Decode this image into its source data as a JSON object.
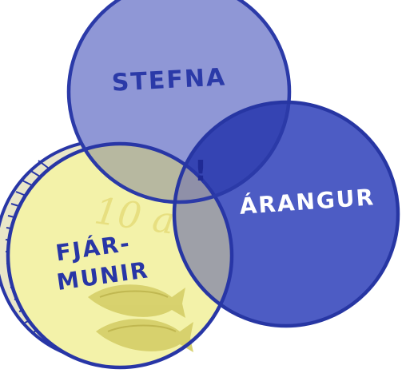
{
  "diagram": {
    "type": "venn",
    "sets": [
      {
        "key": "stefna",
        "label": "STEFNA",
        "color": "#8f97d6",
        "stroke": "#2b3aa8"
      },
      {
        "key": "arangur",
        "label": "ÁRANGUR",
        "color": "#4d5cc4",
        "stroke": "#2736a3"
      },
      {
        "key": "fjarmunir",
        "label_line1": "FJÁR-",
        "label_line2": "MUNIR",
        "color": "#f3f2a9",
        "stroke": "#2836a6"
      }
    ],
    "center_mark": "!",
    "coin_face_text": "10 a",
    "colors": {
      "overlap_stefna_arangur": "#3544b3",
      "overlap_stefna_fjarmunir": "#b7b8a0",
      "overlap_fjarmunir_arangur": "#9ea0a8",
      "center_overlap": "#8f90a8",
      "fish": "#d6d06a"
    }
  }
}
